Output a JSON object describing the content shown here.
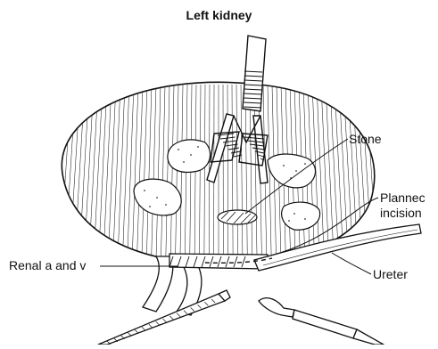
{
  "title": "Left kidney",
  "labels": {
    "stone": "Stone",
    "planned_incision": "Plannec\nincision",
    "renal_vessels": "Renal a and v",
    "ureter": "Ureter"
  },
  "colors": {
    "ink": "#111111",
    "background": "#ffffff"
  }
}
